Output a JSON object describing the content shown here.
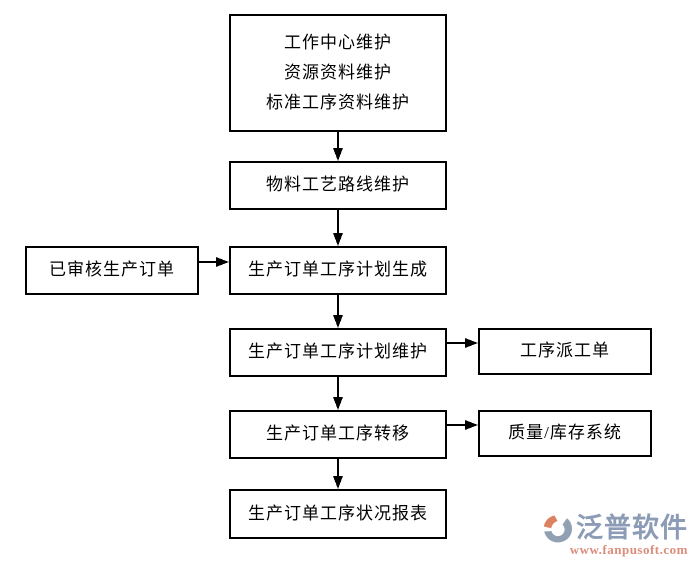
{
  "flowchart": {
    "boxes": {
      "master": {
        "line1": "工作中心维护",
        "line2": "资源资料维护",
        "line3": "标准工序资料维护"
      },
      "routing": {
        "line1": "物料工艺路线维护"
      },
      "approved": {
        "line1": "已审核生产订单"
      },
      "generate": {
        "line1": "生产订单工序计划生成"
      },
      "maintain": {
        "line1": "生产订单工序计划维护"
      },
      "dispatch": {
        "line1": "工序派工单"
      },
      "transfer": {
        "line1": "生产订单工序转移"
      },
      "quality": {
        "line1": "质量/库存系统"
      },
      "report": {
        "line1": "生产订单工序状况报表"
      }
    }
  },
  "logo": {
    "brand": "泛普软件",
    "url": "www.fanpusoft.com"
  },
  "colors": {
    "diagram_line": "#000000",
    "box_border": "#000000",
    "box_background": "#ffffff",
    "box_text": "#000000",
    "brand_text": "#8d9cb6",
    "url_text": "#db8d7c",
    "logo_icon_orange": "#dc8263",
    "logo_icon_blue": "#92a0b4"
  }
}
